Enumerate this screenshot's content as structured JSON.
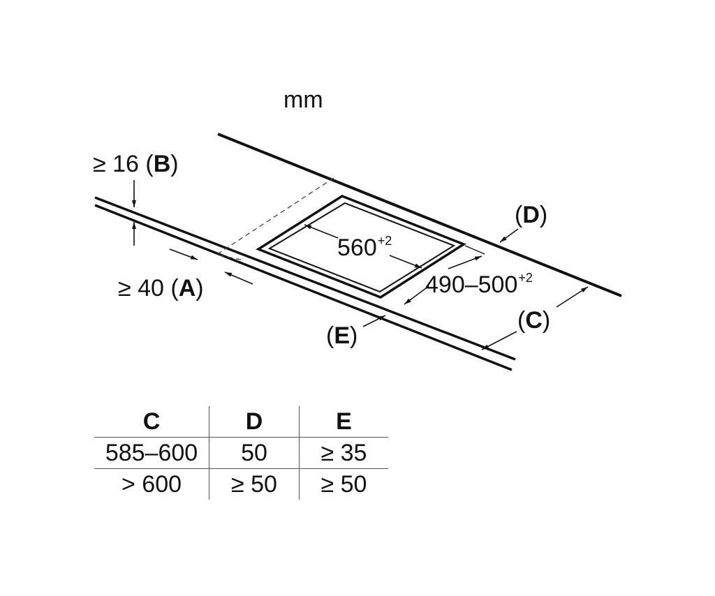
{
  "unit": "mm",
  "dimensions": {
    "b_value": "≥ 16",
    "b_letter": "B",
    "a_value": "≥ 40",
    "a_letter": "A",
    "width_value": "560",
    "width_tol": "+2",
    "depth_value": "490–500",
    "depth_tol": "+2",
    "d_letter": "D",
    "c_letter": "C",
    "e_letter": "E"
  },
  "table": {
    "headers": [
      "C",
      "D",
      "E"
    ],
    "rows": [
      [
        "585–600",
        "50",
        "≥ 35"
      ],
      [
        "> 600",
        "≥ 50",
        "≥ 50"
      ]
    ]
  }
}
